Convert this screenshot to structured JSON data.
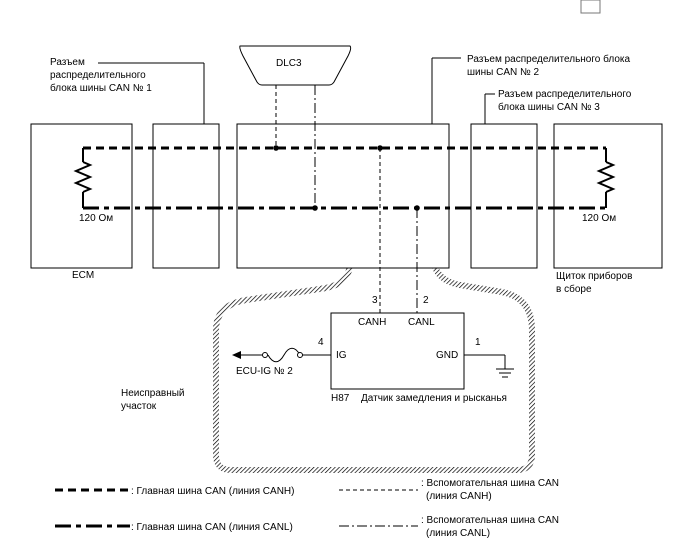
{
  "labels": {
    "conn1_l1": "Разъем",
    "conn1_l2": "распределительного",
    "conn1_l3": "блока шины CAN № 1",
    "conn2_l1": "Разъем распределительного блока",
    "conn2_l2": "шины CAN № 2",
    "conn3_l1": "Разъем распределительного",
    "conn3_l2": "блока шины CAN № 3",
    "dlc": "DLC3",
    "res_left": "120 Ом",
    "res_right": "120 Ом",
    "ecm": "ECM",
    "meter_l1": "Щиток приборов",
    "meter_l2": "в сборе",
    "pin3": "3",
    "pin2": "2",
    "pin4": "4",
    "pin1": "1",
    "canh": "CANH",
    "canl": "CANL",
    "ig": "IG",
    "gnd": "GND",
    "ecu_ig": "ECU-IG № 2",
    "sensor_code": "H87",
    "sensor_name": "Датчик замедления и рысканья",
    "fault_l1": "Неисправный",
    "fault_l2": "участок"
  },
  "legend": {
    "main_canh": ": Главная шина CAN (линия CANH)",
    "main_canl": ": Главная шина CAN (линия CANL)",
    "sub_canh_l1": ": Вспомогательная шина CAN",
    "sub_canh_l2": "(линия CANH)",
    "sub_canl_l1": ": Вспомогательная шина CAN",
    "sub_canl_l2": "(линия CANL)"
  }
}
